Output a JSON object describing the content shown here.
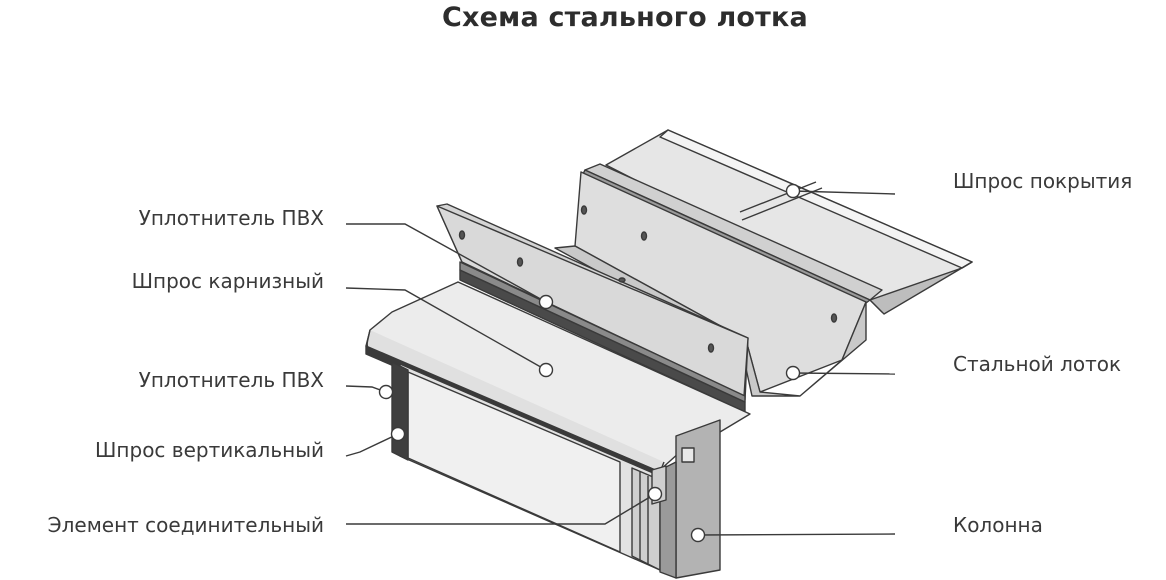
{
  "title": "Схема стального лотка",
  "labels": {
    "shpros_pokrytiya": "Шпрос покрытия",
    "uplotnitel_pvh_1": "Уплотнитель ПВХ",
    "shpros_karniznyi": "Шпрос карнизный",
    "stalnoi_lotok": "Стальной лоток",
    "uplotnitel_pvh_2": "Уплотнитель ПВХ",
    "shpros_vertikalnyi": "Шпрос вертикальный",
    "element_soedinitelnyi": "Элемент соединительный",
    "kolonna": "Колонна"
  },
  "colors": {
    "outline": "#3a3a3a",
    "steel_light": "#ececec",
    "steel_mid": "#d9d9d9",
    "steel_dark": "#a9a9a9",
    "leader": "#3a3a3a"
  }
}
